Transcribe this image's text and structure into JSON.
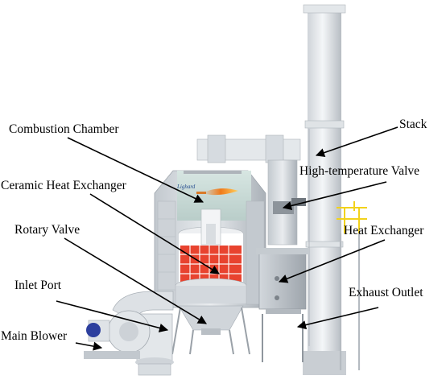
{
  "labels": {
    "combustion_chamber": "Combustion Chamber",
    "ceramic_heat_exchanger": "Ceramic Heat Exchanger",
    "rotary_valve": "Rotary Valve",
    "inlet_port": "Inlet Port",
    "main_blower": "Main Blower",
    "stack": "Stack",
    "high_temperature_valve": "High-temperature Valve",
    "heat_exchanger": "Heat Exchanger",
    "exhaust_outlet": "Exhaust Outlet"
  },
  "equipment": {
    "brand_mark": "Lighard"
  },
  "colors": {
    "steel_light": "#e9ecef",
    "steel_mid": "#c9ced3",
    "steel_dark": "#9aa1a8",
    "ceramic": "#e03a2a",
    "flame": "#f07a1a",
    "chamber_glass": "#cfe0dc",
    "blower_blue": "#2d3f9e",
    "railing": "#f2d21b"
  }
}
